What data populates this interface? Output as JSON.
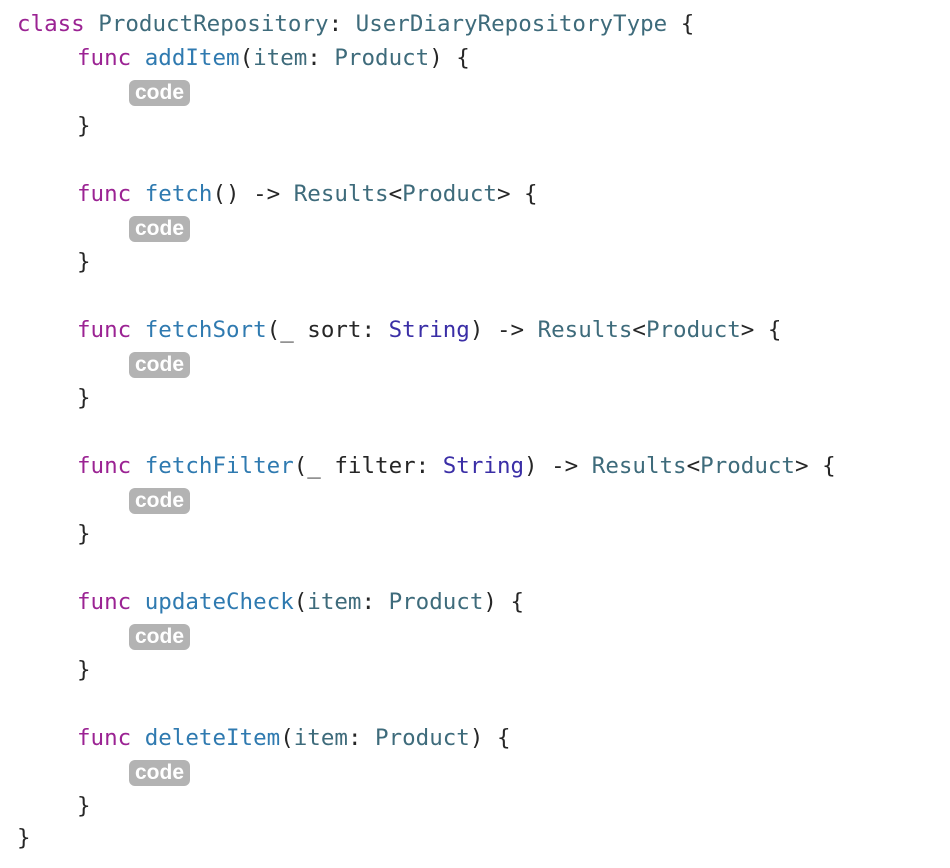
{
  "editor": {
    "language": "Swift",
    "placeholder_label": "code",
    "colors": {
      "background": "#ffffff",
      "keyword": "#9b2393",
      "type": "#3e6b7b",
      "function": "#2f7ab0",
      "external_type": "#3a2ea6",
      "plain": "#262626",
      "placeholder_bg": "#b3b3b3",
      "placeholder_text": "#ffffff"
    }
  },
  "class_decl": {
    "keyword": "class",
    "name": "ProductRepository",
    "colon": ": ",
    "protocol": "UserDiaryRepositoryType",
    "open": " {",
    "close": "}"
  },
  "funcs": [
    {
      "keyword": "func",
      "name": "addItem",
      "sig_open": "(",
      "param_prefix": "",
      "param_name": "item",
      "param_colon": ": ",
      "param_type": "Product",
      "sig_close": ")",
      "arrow": "",
      "return_type": "",
      "generic_open": "",
      "generic_arg": "",
      "generic_close": "",
      "open": " {",
      "body": "code",
      "close": "}"
    },
    {
      "keyword": "func",
      "name": "fetch",
      "sig_open": "(",
      "param_prefix": "",
      "param_name": "",
      "param_colon": "",
      "param_type": "",
      "sig_close": ")",
      "arrow": " -> ",
      "return_type": "Results",
      "generic_open": "<",
      "generic_arg": "Product",
      "generic_close": ">",
      "open": " {",
      "body": "code",
      "close": "}"
    },
    {
      "keyword": "func",
      "name": "fetchSort",
      "sig_open": "(",
      "param_prefix": "_ ",
      "param_name": "sort",
      "param_colon": ": ",
      "param_type": "String",
      "sig_close": ")",
      "arrow": " -> ",
      "return_type": "Results",
      "generic_open": "<",
      "generic_arg": "Product",
      "generic_close": ">",
      "open": " {",
      "body": "code",
      "close": "}"
    },
    {
      "keyword": "func",
      "name": "fetchFilter",
      "sig_open": "(",
      "param_prefix": "_ ",
      "param_name": "filter",
      "param_colon": ": ",
      "param_type": "String",
      "sig_close": ")",
      "arrow": " -> ",
      "return_type": "Results",
      "generic_open": "<",
      "generic_arg": "Product",
      "generic_close": ">",
      "open": " {",
      "body": "code",
      "close": "}"
    },
    {
      "keyword": "func",
      "name": "updateCheck",
      "sig_open": "(",
      "param_prefix": "",
      "param_name": "item",
      "param_colon": ": ",
      "param_type": "Product",
      "sig_close": ")",
      "arrow": "",
      "return_type": "",
      "generic_open": "",
      "generic_arg": "",
      "generic_close": "",
      "open": " {",
      "body": "code",
      "close": "}"
    },
    {
      "keyword": "func",
      "name": "deleteItem",
      "sig_open": "(",
      "param_prefix": "",
      "param_name": "item",
      "param_colon": ": ",
      "param_type": "Product",
      "sig_close": ")",
      "arrow": "",
      "return_type": "",
      "generic_open": "",
      "generic_arg": "",
      "generic_close": "",
      "open": " {",
      "body": "code",
      "close": "}"
    }
  ]
}
